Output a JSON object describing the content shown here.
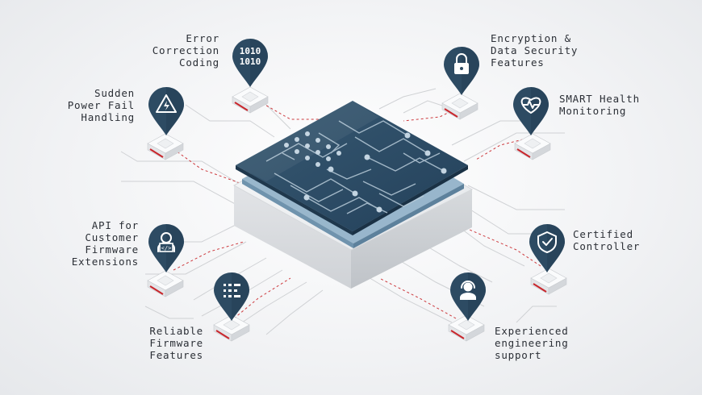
{
  "colors": {
    "pin": "#2d4b63",
    "pin_dark": "#243f55",
    "board": "#2c4a60",
    "trace": "#a9bccb",
    "accent_red": "#c9262c",
    "connector_line": "#c9c9c9"
  },
  "features": [
    {
      "id": "ecc",
      "icon": "binary-code-icon",
      "lines": [
        "Error",
        "Correction",
        "Coding"
      ]
    },
    {
      "id": "encryption",
      "icon": "lock-icon",
      "lines": [
        "Encryption &",
        "Data Security",
        "Features"
      ]
    },
    {
      "id": "power-fail",
      "icon": "lightning-icon",
      "lines": [
        "Sudden",
        "Power Fail",
        "Handling"
      ]
    },
    {
      "id": "smart",
      "icon": "heart-monitor-icon",
      "lines": [
        "SMART Health",
        "Monitoring"
      ]
    },
    {
      "id": "api",
      "icon": "developer-icon",
      "lines": [
        "API for",
        "Customer",
        "Firmware",
        "Extensions"
      ]
    },
    {
      "id": "certified",
      "icon": "shield-check-icon",
      "lines": [
        "Certified",
        "Controller"
      ]
    },
    {
      "id": "reliable",
      "icon": "list-icon",
      "lines": [
        "Reliable",
        "Firmware",
        "Features"
      ]
    },
    {
      "id": "support",
      "icon": "support-agent-icon",
      "lines": [
        "Experienced",
        "engineering",
        "support"
      ]
    }
  ]
}
